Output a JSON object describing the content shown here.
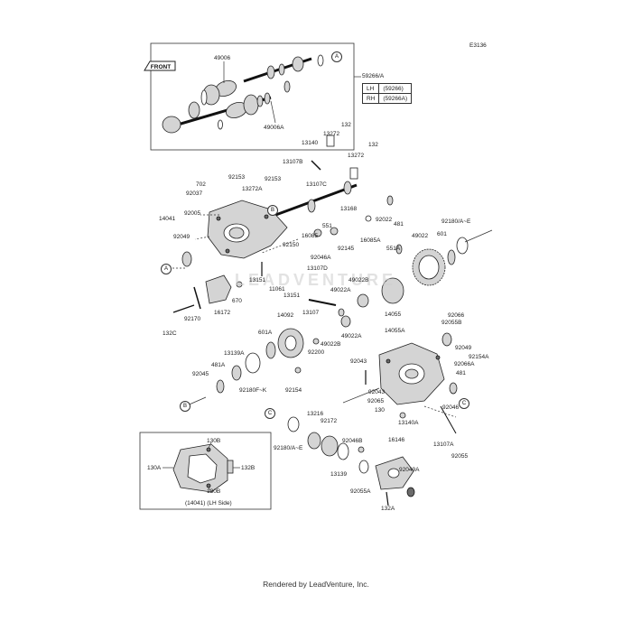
{
  "diagram_code": "E3136",
  "front_label": "FRONT",
  "watermark": "LEADVENTURE",
  "footer": "Rendered by LeadVenture, Inc.",
  "side_table": [
    {
      "side": "LH",
      "part": "(59266)"
    },
    {
      "side": "RH",
      "part": "(59266A)"
    }
  ],
  "inset_caption": "(14041) (LH Side)",
  "callouts": {
    "c1": "A",
    "c2": "B",
    "c3": "A",
    "c4": "B",
    "c5": "C",
    "c6": "C"
  },
  "labels": {
    "l_49006": "49006",
    "l_59266A": "59266/A",
    "l_49006A": "49006A",
    "l_132a": "132",
    "l_132b": "132",
    "l_13272a": "13272",
    "l_13272b": "13272",
    "l_13140": "13140",
    "l_13107B": "13107B",
    "l_92153a": "92153",
    "l_92153b": "92153",
    "l_702": "702",
    "l_92037": "92037",
    "l_13272A": "13272A",
    "l_13107C": "13107C",
    "l_14041": "14041",
    "l_92005": "92005",
    "l_551": "551",
    "l_13168": "13168",
    "l_92022": "92022",
    "l_481a": "481",
    "l_92180AE_a": "92180/A~E",
    "l_92049a": "92049",
    "l_92150": "92150",
    "l_16085": "16085",
    "l_92145": "92145",
    "l_16085A": "16085A",
    "l_49022": "49022",
    "l_601": "601",
    "l_92046A": "92046A",
    "l_13107D": "13107D",
    "l_551A": "551A",
    "l_13151a": "13151",
    "l_11061": "11061",
    "l_13151b": "13151",
    "l_49022B_a": "49022B",
    "l_49022A_a": "49022A",
    "l_670": "670",
    "l_92170": "92170",
    "l_16172": "16172",
    "l_13107": "13107",
    "l_14055": "14055",
    "l_92066": "92066",
    "l_92055B": "92055B",
    "l_14092": "14092",
    "l_132C": "132C",
    "l_601A": "601A",
    "l_49022B_b": "49022B",
    "l_49022A_b": "49022A",
    "l_14055A": "14055A",
    "l_92049b": "92049",
    "l_92154A": "92154A",
    "l_92066A": "92066A",
    "l_13139A": "13139A",
    "l_92200": "92200",
    "l_92043a": "92043",
    "l_481A": "481A",
    "l_481b": "481",
    "l_92045": "92045",
    "l_92180FK": "92180F~K",
    "l_92154": "92154",
    "l_92043b": "92043",
    "l_92065": "92065",
    "l_92046": "92046",
    "l_130": "130",
    "l_13140A": "13140A",
    "l_13216": "13216",
    "l_92172": "92172",
    "l_13107A": "13107A",
    "l_92180AE_b": "92180/A~E",
    "l_92055": "92055",
    "l_92046B": "92046B",
    "l_16146": "16146",
    "l_13139": "13139",
    "l_92049A": "92049A",
    "l_92055A": "92055A",
    "l_132A": "132A",
    "l_130B_a": "130B",
    "l_130A": "130A",
    "l_132B": "132B",
    "l_130B_b": "130B"
  }
}
